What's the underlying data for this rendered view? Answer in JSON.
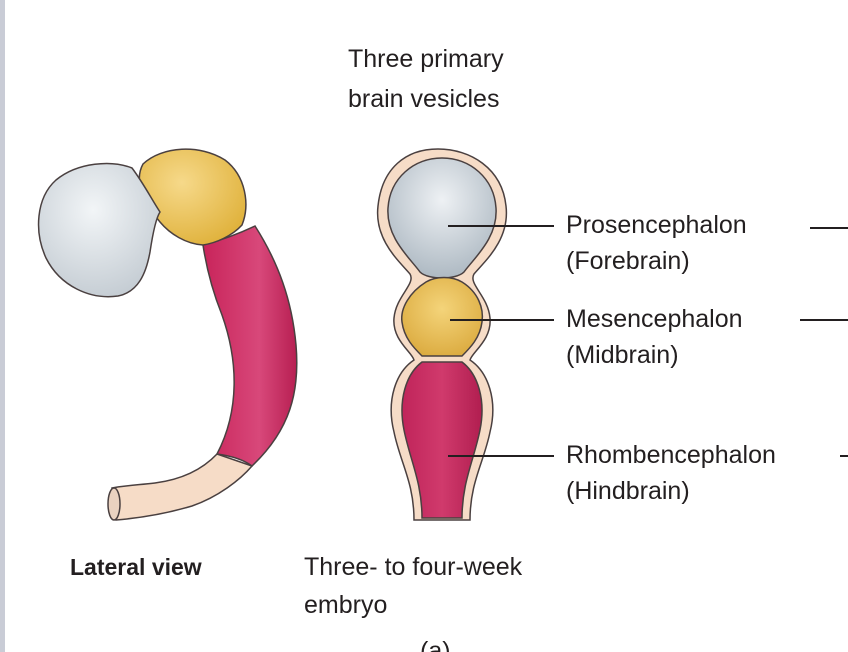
{
  "heading": {
    "line1": "Three primary",
    "line2": "brain vesicles"
  },
  "vesicles": [
    {
      "name": "Prosencephalon",
      "sub": "(Forebrain)",
      "color": "#c9d0d6"
    },
    {
      "name": "Mesencephalon",
      "sub": "(Midbrain)",
      "color": "#ebc150"
    },
    {
      "name": "Rhombencephalon",
      "sub": "(Hindbrain)",
      "color": "#cc2a5e"
    }
  ],
  "captions": {
    "lateral": "Lateral view",
    "embryo_line1": "Three- to four-week",
    "embryo_line2": "embryo",
    "panel_letter": "(a)"
  },
  "colors": {
    "spinal_cord": "#f6dcc7",
    "outline": "#4a4040",
    "leader": "#231f20"
  }
}
